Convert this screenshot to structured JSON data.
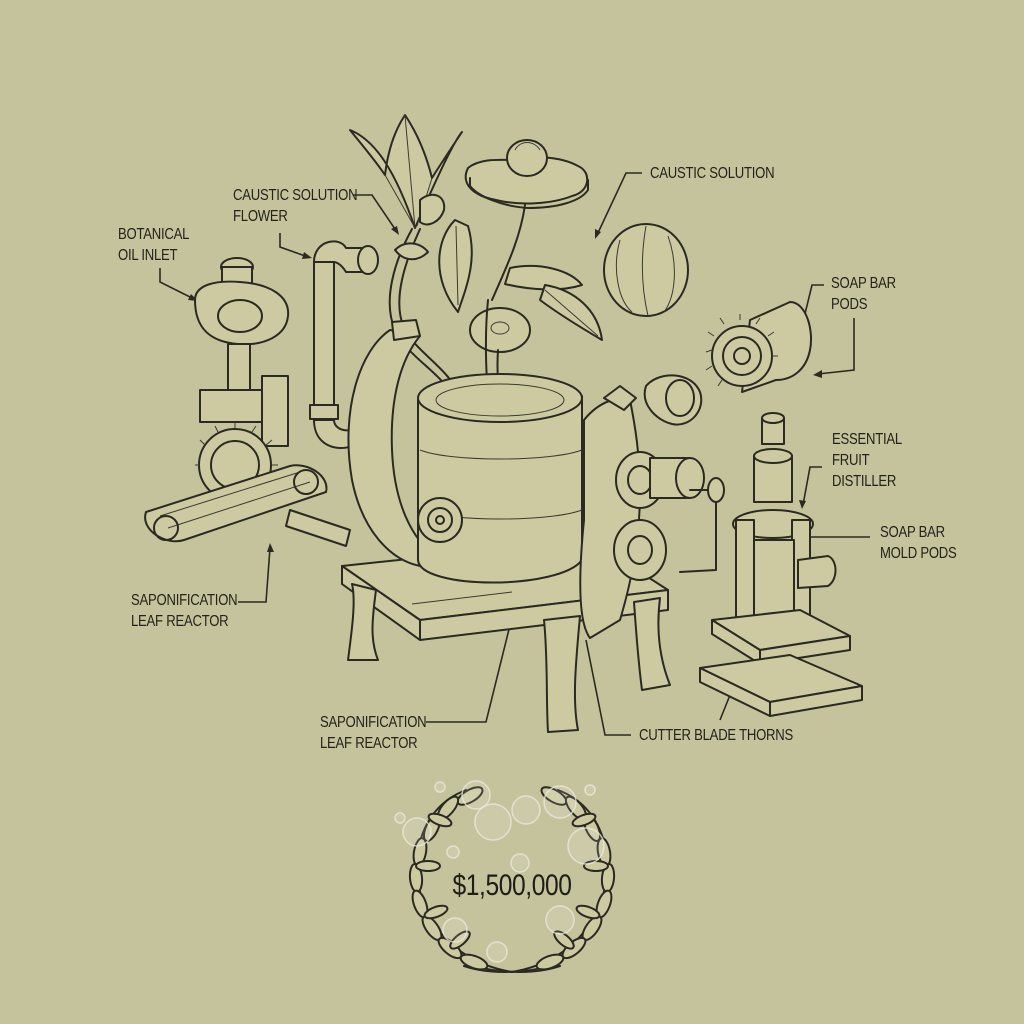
{
  "diagram": {
    "background_color": "#c5c39c",
    "ink_color": "#2a2a22",
    "style": "engraved line illustration of a botanical soap-making machine",
    "labels": [
      {
        "id": "botanical-oil-inlet",
        "lines": [
          "BOTANICAL",
          "OIL INLET"
        ]
      },
      {
        "id": "caustic-solution-flower",
        "lines": [
          "CAUSTIC SOLUTION",
          "FLOWER"
        ]
      },
      {
        "id": "caustic-solution",
        "lines": [
          "CAUSTIC SOLUTION"
        ]
      },
      {
        "id": "soap-bar-pods",
        "lines": [
          "SOAP BAR",
          "PODS"
        ]
      },
      {
        "id": "essential-fruit-distiller",
        "lines": [
          "ESSENTIAL",
          "FRUIT",
          "DISTILLER"
        ]
      },
      {
        "id": "soap-bar-mold-pods",
        "lines": [
          "SOAP BAR",
          "MOLD PODS"
        ]
      },
      {
        "id": "saponification-leaf-reactor-left",
        "lines": [
          "SAPONIFICATION",
          "LEAF REACTOR"
        ]
      },
      {
        "id": "saponification-leaf-reactor-bottom",
        "lines": [
          "SAPONIFICATION",
          "LEAF REACTOR"
        ]
      },
      {
        "id": "cutter-blade-thorns",
        "lines": [
          "CUTTER BLADE THORNS"
        ]
      }
    ],
    "components": [
      "lotus flower on stem",
      "flower-shaped cap with bud",
      "segmented fruit sphere",
      "gear pod canister",
      "small ring pod",
      "vertical pipe with elbow",
      "oil inlet valve assembly with gear and conveyor belt",
      "central drum reactor with leafy plant on wooden stand",
      "twin roller cutter assembly",
      "distiller press on wooden base"
    ],
    "prize": {
      "amount": "$1,500,000",
      "decoration": "laurel wreath with soap bubbles"
    }
  }
}
